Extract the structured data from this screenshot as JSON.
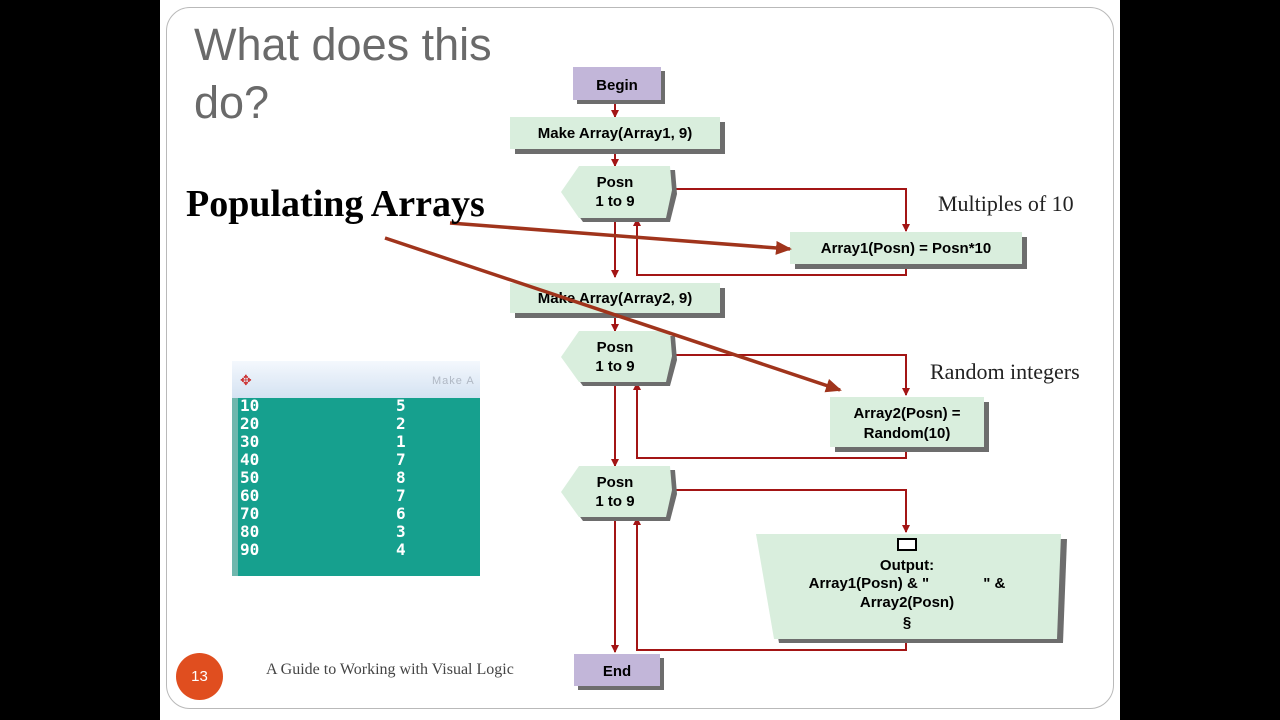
{
  "slide": {
    "title": "What does this do?",
    "headline": "Populating Arrays",
    "notes": {
      "multiples": "Multiples of 10",
      "random": "Random integers"
    },
    "footer": "A Guide to Working with Visual Logic",
    "page_number": "13"
  },
  "flowchart": {
    "begin": "Begin",
    "make_array1": "Make Array(Array1, 9)",
    "loop1": [
      "Posn",
      "1 to 9"
    ],
    "assign1": "Array1(Posn) = Posn*10",
    "make_array2": "Make Array(Array2, 9)",
    "loop2": [
      "Posn",
      "1 to 9"
    ],
    "assign2": [
      "Array2(Posn) =",
      "Random(10)"
    ],
    "loop3": [
      "Posn",
      "1 to 9"
    ],
    "output": [
      "Output:",
      "Array1(Posn) & \"             \" &",
      "Array2(Posn)",
      "§"
    ],
    "end": "End"
  },
  "console": {
    "title_text": "Make A",
    "icon": "app-icon",
    "rows": [
      [
        "10",
        "5"
      ],
      [
        "20",
        "2"
      ],
      [
        "30",
        "1"
      ],
      [
        "40",
        "7"
      ],
      [
        "50",
        "8"
      ],
      [
        "60",
        "7"
      ],
      [
        "70",
        "6"
      ],
      [
        "80",
        "3"
      ],
      [
        "90",
        "4"
      ]
    ]
  },
  "colors": {
    "node_fill": "#d9eedd",
    "terminal_fill": "#c2b6d9",
    "connector": "#a31515",
    "annotation_arrow": "#a0341c",
    "console_bg": "#16a08e",
    "page_badge": "#e04e1f"
  }
}
